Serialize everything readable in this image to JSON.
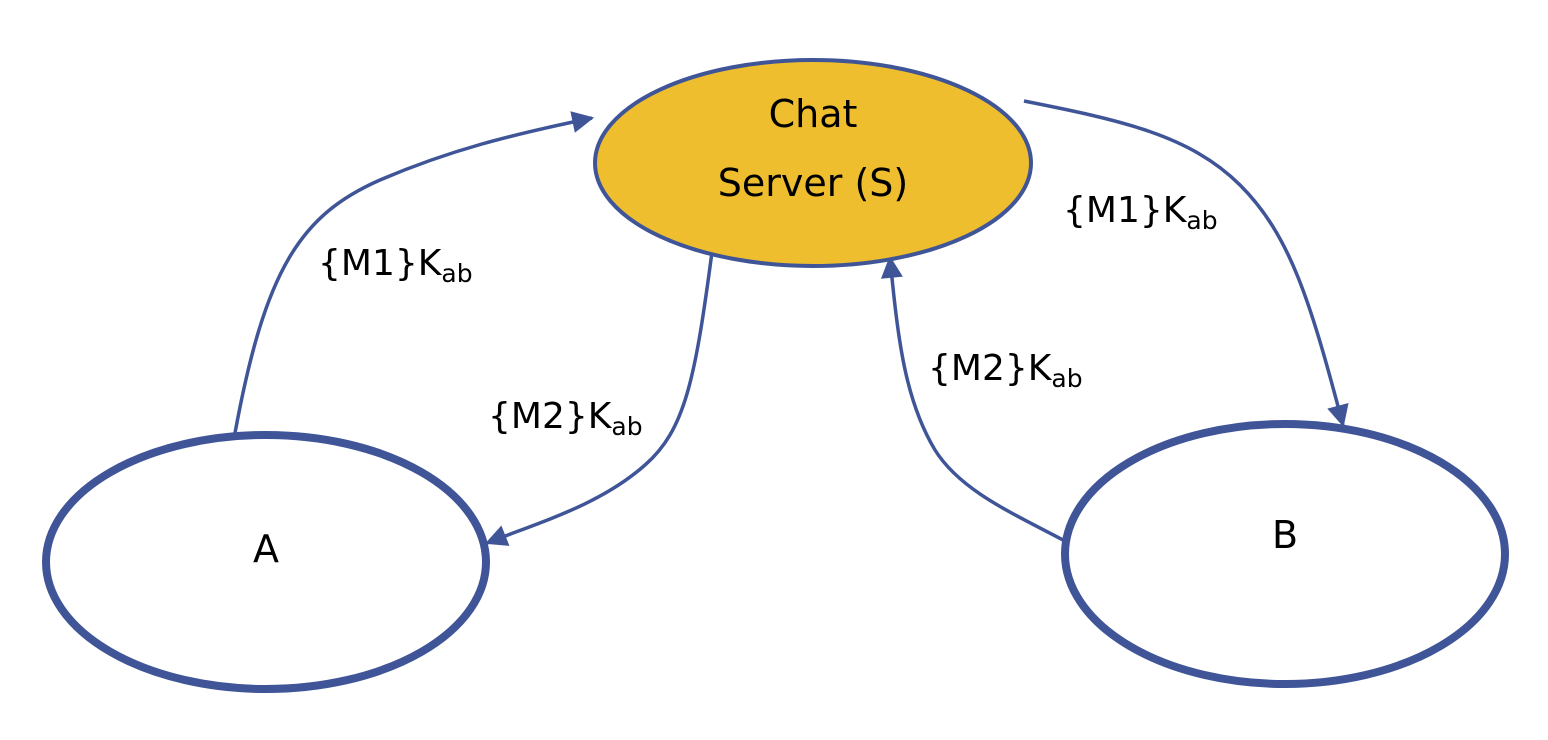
{
  "colors": {
    "stroke": "#3F5597",
    "server_fill": "#EEBE2E",
    "client_fill": "#FFFFFF",
    "text": "#000000"
  },
  "nodes": {
    "server": {
      "line1": "Chat",
      "line2": "Server (S)"
    },
    "client_a": {
      "label": "A"
    },
    "client_b": {
      "label": "B"
    }
  },
  "edges": {
    "a_to_server": {
      "base": "{M1}K",
      "sub": "ab"
    },
    "server_to_a": {
      "base": "{M2}K",
      "sub": "ab"
    },
    "server_to_b": {
      "base": "{M1}K",
      "sub": "ab"
    },
    "b_to_server": {
      "base": "{M2}K",
      "sub": "ab"
    }
  }
}
